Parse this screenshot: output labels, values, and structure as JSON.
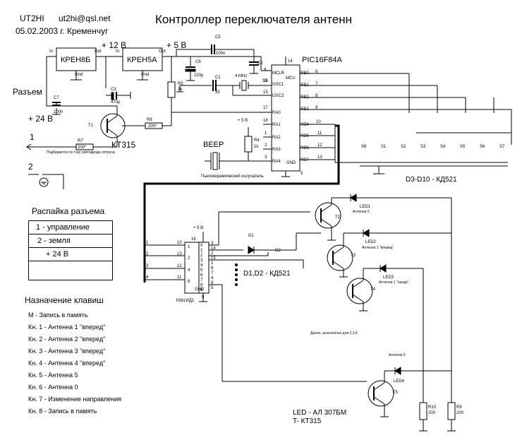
{
  "header": {
    "author": "UT2HI",
    "email": "ut2hi@qsl.net",
    "date_place": "05.02.2003 г. Кременчуг",
    "title": "Контроллер переключателя антенн"
  },
  "regulators": {
    "left_name": "КРЕН8Б",
    "right_name": "КРЕН5А",
    "in": "In",
    "out": "Out",
    "gnd": "Gnd",
    "v12": "+ 12 В",
    "v5": "+ 5 В"
  },
  "connector": {
    "label": "Разъем",
    "v24": "+ 24 В",
    "pin1": "1",
    "pin2": "2",
    "hint": "Подбирается по току светодиода оптрона"
  },
  "components": {
    "C5": "C5",
    "C5v": "100n",
    "C6": "C6",
    "C6v": "220µ",
    "C1": "C1",
    "C1v": "33",
    "C2": "C2",
    "C2v": "33",
    "Q": "4 MHz",
    "C3": "C3",
    "C3v": "470µ",
    "C7": "C7",
    "C7v": "100n",
    "R5": "R5",
    "R5v": "1k",
    "R8": "R8",
    "R8v": "200*",
    "R7": "R7",
    "R7v": "200*",
    "R4": "R4",
    "R4v": "1k",
    "T1": "T1",
    "T1type": "КТ315",
    "v5b": "+ 5 В.",
    "beep": "BEEP",
    "beep_label": "Пьезокерамический излучатель"
  },
  "mcu": {
    "name": "PIC16F84A",
    "core": "MCU",
    "gnd": "GND",
    "left_pins": [
      {
        "num": "4",
        "name": "MCLR"
      },
      {
        "num": "16",
        "name": "OSC1"
      },
      {
        "num": "15",
        "name": "OSC2"
      },
      {
        "num": "17",
        "name": "RA0"
      },
      {
        "num": "18",
        "name": "RA1"
      },
      {
        "num": "1",
        "name": "RA2"
      },
      {
        "num": "2",
        "name": "RA3"
      },
      {
        "num": "3",
        "name": "RA4"
      }
    ],
    "right_pins": [
      {
        "num": "6",
        "name": "RB0"
      },
      {
        "num": "7",
        "name": "RB1"
      },
      {
        "num": "8",
        "name": "RB2"
      },
      {
        "num": "9",
        "name": "RB3"
      },
      {
        "num": "10",
        "name": "RB4"
      },
      {
        "num": "11",
        "name": "RB5"
      },
      {
        "num": "12",
        "name": "RB6"
      },
      {
        "num": "13",
        "name": "RB7"
      }
    ],
    "top_pin": "14",
    "bottom_pin": "5"
  },
  "keys": {
    "labels": [
      "S8",
      "S1",
      "S2",
      "S3",
      "S4",
      "S5",
      "S6",
      "S7"
    ],
    "diodes_label": "D3-D10 - КД521"
  },
  "decoder": {
    "name": "К561ИД1",
    "v5": "+ 5 В.",
    "pin16": "16",
    "gnd": "GND",
    "pin8": "8",
    "inputs": [
      {
        "line": "1",
        "pin": "10",
        "bit": "1"
      },
      {
        "line": "2",
        "pin": "13",
        "bit": "2"
      },
      {
        "line": "3",
        "pin": "12",
        "bit": "4"
      },
      {
        "line": "4",
        "pin": "11",
        "bit": "8"
      }
    ],
    "outputs": [
      {
        "n": "0",
        "pin": "3"
      },
      {
        "n": "1",
        "pin": "14"
      },
      {
        "n": "2",
        "pin": "2"
      },
      {
        "n": "3",
        "pin": "15"
      },
      {
        "n": "4",
        "pin": "1"
      },
      {
        "n": "5",
        "pin": "6"
      },
      {
        "n": "6",
        "pin": "7"
      },
      {
        "n": "7",
        "pin": "4"
      },
      {
        "n": "8",
        "pin": "9"
      },
      {
        "n": "9",
        "pin": "5"
      }
    ],
    "d1": "D1",
    "d2": "D2",
    "diodes_label": "D1,D2 - КД521"
  },
  "outputs_block": {
    "T2": "T2",
    "T3": "T3",
    "T4": "T4",
    "T5": "T5",
    "LED1": "LED1",
    "LED2": "LED2",
    "LED3": "LED3",
    "LED4": "LED4",
    "ant0": "Антенна 0",
    "ant1f": "Антенна 1 \"вперед\"",
    "ant1b": "Антенна 1 \"назад\"",
    "ant5": "Антенна 5",
    "further": "Далее, аналогично для 2,3,4",
    "R10": "R10",
    "R10v": "200",
    "R9": "R9",
    "R9v": "200",
    "led_type": "LED - АЛ 307БМ",
    "t_type": "T- КТ315"
  },
  "pinout": {
    "title": "Распайка разъема",
    "rows": [
      "1 - управление",
      "2 -  земля",
      "+ 24 В",
      ""
    ]
  },
  "keymap": {
    "title": "Назначение клавиш",
    "items": [
      "М - Запись в память",
      "Кн. 1 - Антенна 1 \"вперед\"",
      "Кн. 2 - Антенна 2 \"вперед\"",
      "Кн. 3 - Антенна 3 \"вперед\"",
      "Кн. 4 - Антенна 4 \"вперед\"",
      "Кн. 5 - Антенна 5",
      "Кн. 6 - Антенна 0",
      "Кн. 7 - Изменение направления",
      "Кн. 8 - Запись в память"
    ]
  }
}
